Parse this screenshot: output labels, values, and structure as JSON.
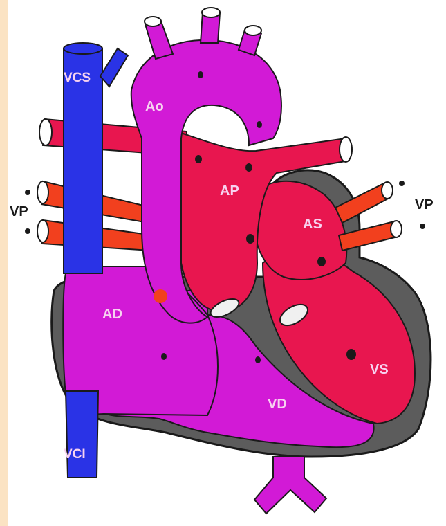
{
  "labels": {
    "vcs": "VCS",
    "ao": "Ao",
    "ap": "AP",
    "as": "AS",
    "ad": "AD",
    "vd": "VD",
    "vs": "VS",
    "vci": "VCI",
    "vp_left": "VP",
    "vp_right": "VP"
  },
  "colors": {
    "frame": "#fbe3c3",
    "vena_cava": "#2a33e6",
    "right_heart": "#d21ad6",
    "left_heart": "#e8164f",
    "pulmonary_veins": "#f2401e",
    "myocardium": "#5c5c5c",
    "outline": "#1a1a1a",
    "label": "#f7d2f0"
  }
}
